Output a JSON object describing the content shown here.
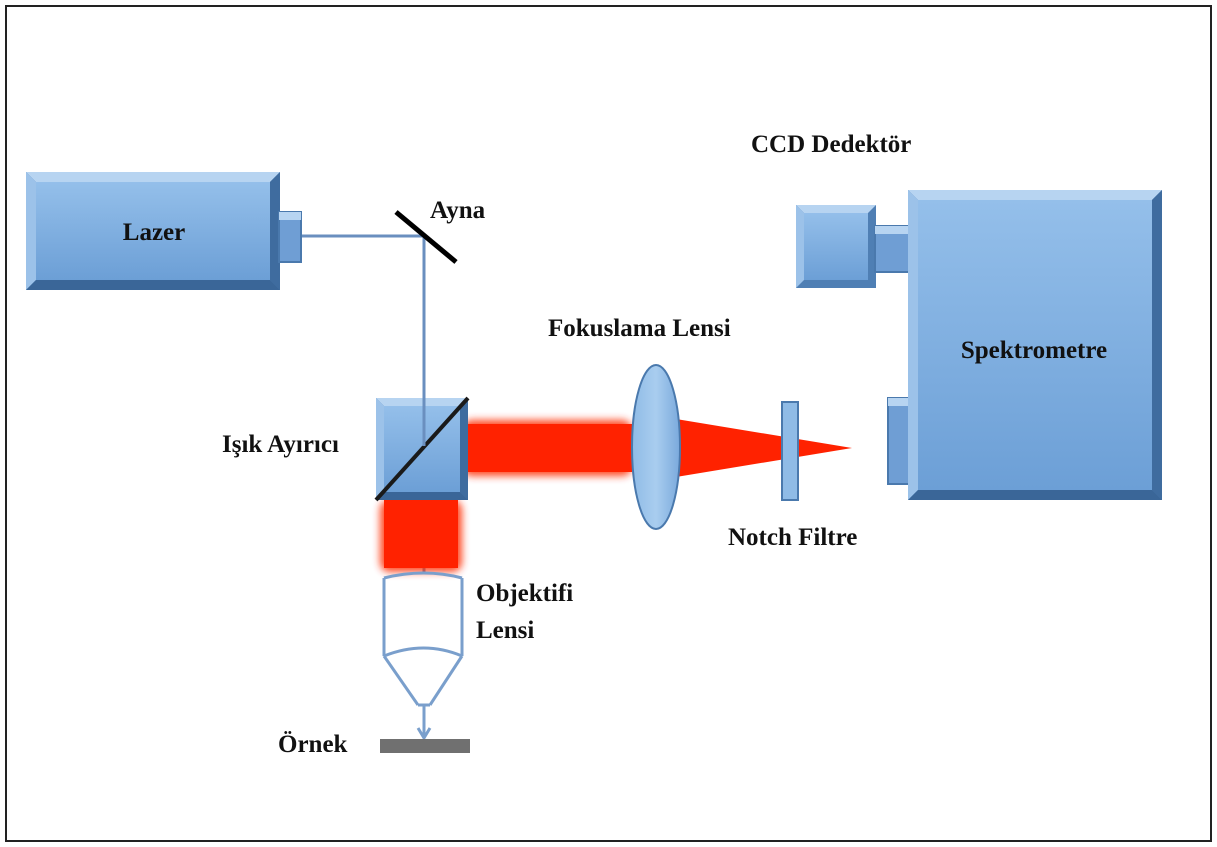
{
  "labels": {
    "laser": "Lazer",
    "mirror": "Ayna",
    "ccd_detector": "CCD Dedektör",
    "focusing_lens": "Fokuslama Lensi",
    "spectrometer": "Spektrometre",
    "beam_splitter": "Işık Ayırıcı",
    "notch_filter": "Notch Filtre",
    "objective_lens_line1": "Objektifi",
    "objective_lens_line2": "Lensi",
    "sample": "Örnek"
  },
  "colors": {
    "component_fill": "#7fb0e0",
    "component_dark": "#4a79ad",
    "component_light": "#c3dbf3",
    "beam_red": "#ff2200",
    "optical_path": "#6a8fbf",
    "sample_plate": "#707070"
  }
}
